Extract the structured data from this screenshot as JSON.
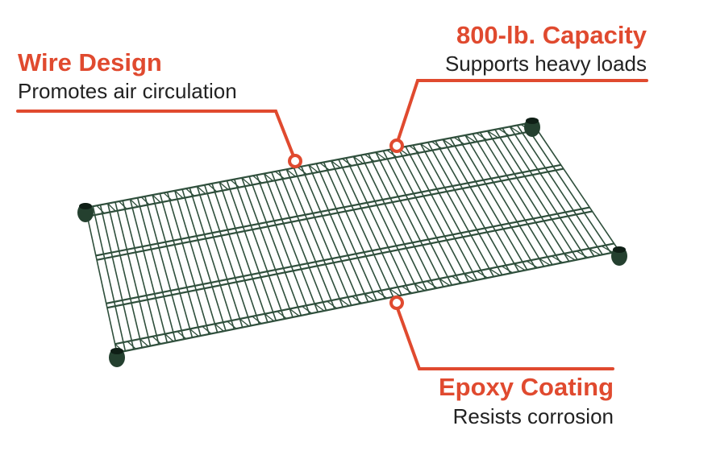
{
  "callouts": {
    "wire": {
      "title": "Wire Design",
      "subtitle": "Promotes air circulation"
    },
    "capacity": {
      "title": "800-lb. Capacity",
      "subtitle": "Supports heavy loads"
    },
    "coating": {
      "title": "Epoxy Coating",
      "subtitle": "Resists corrosion"
    }
  },
  "colors": {
    "accent": "#e04a2f",
    "wire": "#2f4f3c",
    "text": "#222222"
  }
}
